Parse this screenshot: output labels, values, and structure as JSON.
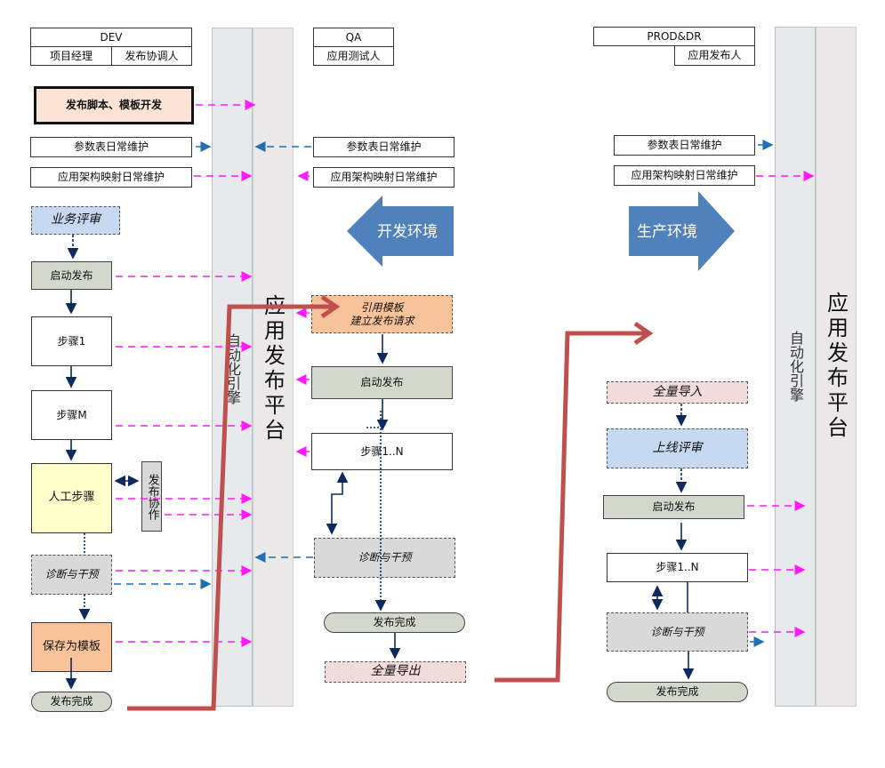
{
  "colors": {
    "lane_engine_bg": "#e8e9eb",
    "lane_platform_bg": "#ebe8ea",
    "magenta_arrow": "#ff1aff",
    "blue_arrow": "#1f6fb5",
    "flow_arrow": "#0d2a5e",
    "red_path": "#c0504d",
    "env_arrow": "#4f81bd",
    "grey_box": "#d4d8cc",
    "peach_box": "#fbe4d5",
    "orange_box": "#f8c39a",
    "yellow_box": "#ffffcc",
    "blue_box": "#c6d9f1",
    "pink_box": "#f2dcdb",
    "diag_box": "#d9d9d9"
  },
  "dev": {
    "title": "DEV",
    "roles": [
      "项目经理",
      "发布协调人"
    ],
    "script_dev": "发布脚本、模板开发",
    "param_maint": "参数表日常维护",
    "arch_maint": "应用架构映射日常维护",
    "biz_review": "业务评审",
    "start_release": "启动发布",
    "step1": "步骤1",
    "stepM": "步骤M",
    "manual_step": "人工步骤",
    "collab": "发布协作",
    "diagnose": "诊断与干预",
    "save_template": "保存为模板",
    "done": "发布完成"
  },
  "qa": {
    "title": "QA",
    "role": "应用测试人",
    "param_maint": "参数表日常维护",
    "arch_maint": "应用架构映射日常维护",
    "env_label": "开发环境",
    "ref_template_line1": "引用模板",
    "ref_template_line2": "建立发布请求",
    "start_release": "启动发布",
    "steps": "步骤1..N",
    "diagnose": "诊断与干预",
    "done": "发布完成",
    "full_export": "全量导出"
  },
  "prod": {
    "title": "PROD&DR",
    "role": "应用发布人",
    "param_maint": "参数表日常维护",
    "arch_maint": "应用架构映射日常维护",
    "env_label": "生产环境",
    "full_import": "全量导入",
    "online_review": "上线评审",
    "start_release": "启动发布",
    "steps": "步骤1..N",
    "diagnose": "诊断与干预",
    "done": "发布完成"
  },
  "lanes": {
    "engine_label": "自动化引擎",
    "platform_label": "应用发布平台"
  }
}
